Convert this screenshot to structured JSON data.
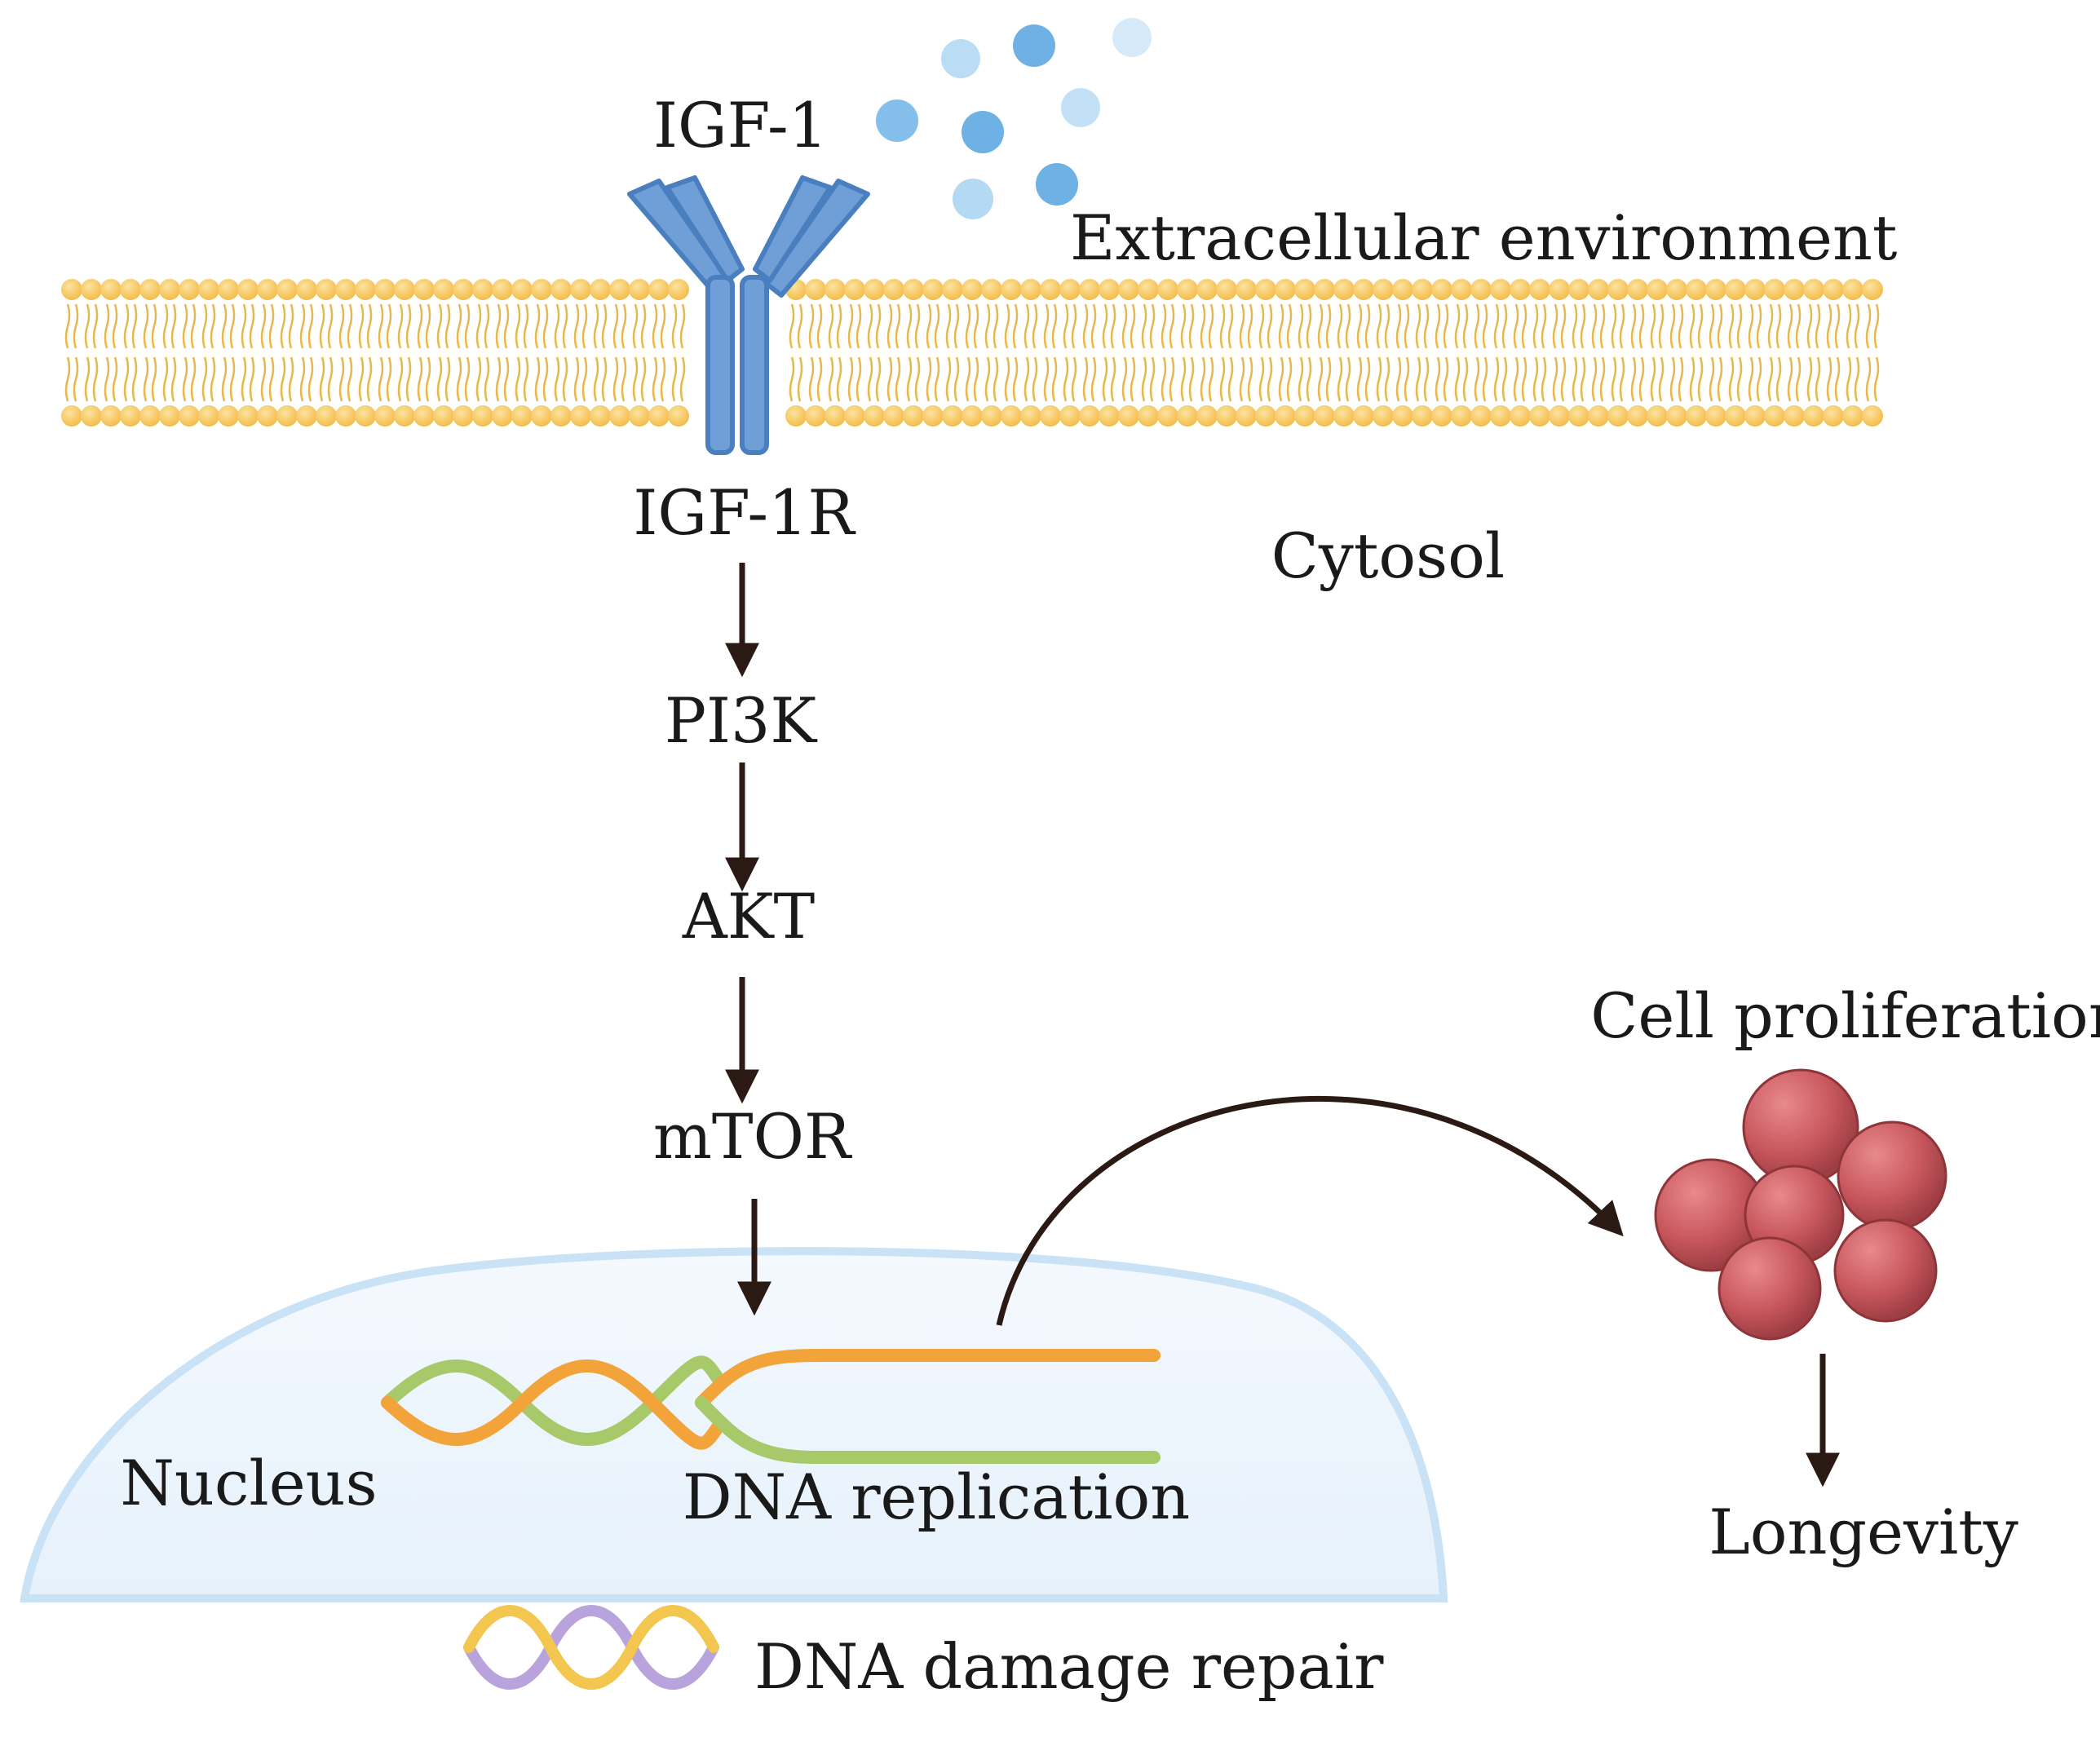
{
  "labels": {
    "igf1": "IGF-1",
    "extracellular": "Extracellular environment",
    "igf1r": "IGF-1R",
    "cytosol": "Cytosol",
    "pi3k": "PI3K",
    "akt": "AKT",
    "mtor": "mTOR",
    "cell_proliferation": "Cell proliferation",
    "nucleus": "Nucleus",
    "dna_replication": "DNA replication",
    "longevity": "Longevity",
    "dna_damage_repair": "DNA damage repair"
  },
  "colors": {
    "membrane_head": "#f6c860",
    "membrane_tail": "#e8b84a",
    "receptor": "#6f9fd6",
    "receptor_edge": "#4a7fbf",
    "ligand": "#7fbde8",
    "arrow": "#2b1a14",
    "nucleus_fill": "#eef6fd",
    "nucleus_edge": "#c7e1f5",
    "dna_orange": "#f2a33a",
    "dna_green": "#a8c96a",
    "cell_red": "#c8585e",
    "repair_purple": "#b9a3dc",
    "repair_yellow": "#f3c64f"
  }
}
